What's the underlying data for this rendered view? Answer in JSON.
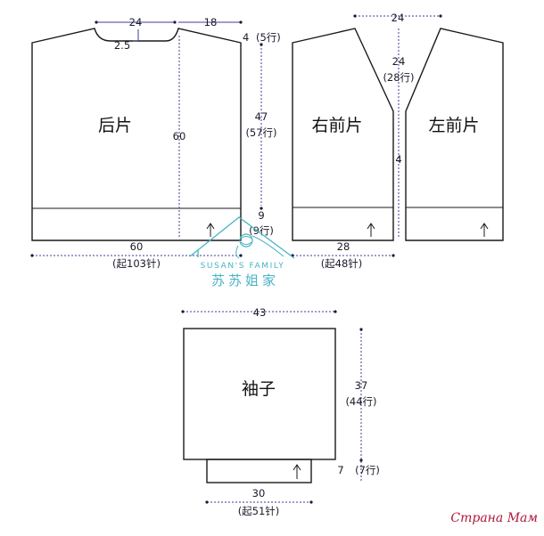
{
  "back": {
    "label": "后片",
    "neck_width": "24",
    "shoulder_width": "18",
    "neck_depth": "2.5",
    "shoulder_drop": "4",
    "shoulder_drop_rows": "(5行)",
    "length": "60",
    "body_length": "47",
    "body_length_rows": "(57行)",
    "rib_length": "9",
    "rib_length_rows": "(9行)",
    "width": "60",
    "cast_on": "(起103针)"
  },
  "right_front": {
    "label": "右前片",
    "neck_width": "24",
    "neck_depth": "24",
    "neck_depth_rows": "(28行)",
    "bottom_offset": "4",
    "width": "28",
    "cast_on": "(起48针)"
  },
  "left_front": {
    "label": "左前片"
  },
  "sleeve": {
    "label": "袖子",
    "width": "43",
    "length": "37",
    "length_rows": "(44行)",
    "cuff_length": "7",
    "cuff_length_rows": "(7行)",
    "cuff_width": "30",
    "cast_on": "(起51针)"
  },
  "watermark": {
    "english": "SUSAN'S FAMILY",
    "chinese": "苏苏姐家",
    "site": "Страна Мам"
  },
  "colors": {
    "dimension_line": "#3d3d9a",
    "outline": "#1a1a1a",
    "watermark": "#49b3c6",
    "site_logo": "#b0183c"
  }
}
